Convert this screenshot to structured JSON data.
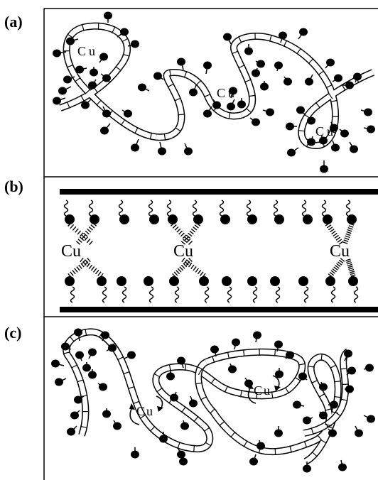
{
  "panels": [
    {
      "label": "(a)",
      "species": [
        {
          "text": "Cu"
        },
        {
          "text": "Cu"
        },
        {
          "text": "Cu"
        }
      ]
    },
    {
      "label": "(b)",
      "species": [
        {
          "text": "Cu"
        },
        {
          "text": "Cu"
        },
        {
          "text": "Cu"
        }
      ]
    },
    {
      "label": "(c)",
      "species": [
        {
          "text": "Cu"
        },
        {
          "text": "Cu"
        }
      ]
    }
  ],
  "colors": {
    "ink": "#000000",
    "background": "#ffffff"
  }
}
